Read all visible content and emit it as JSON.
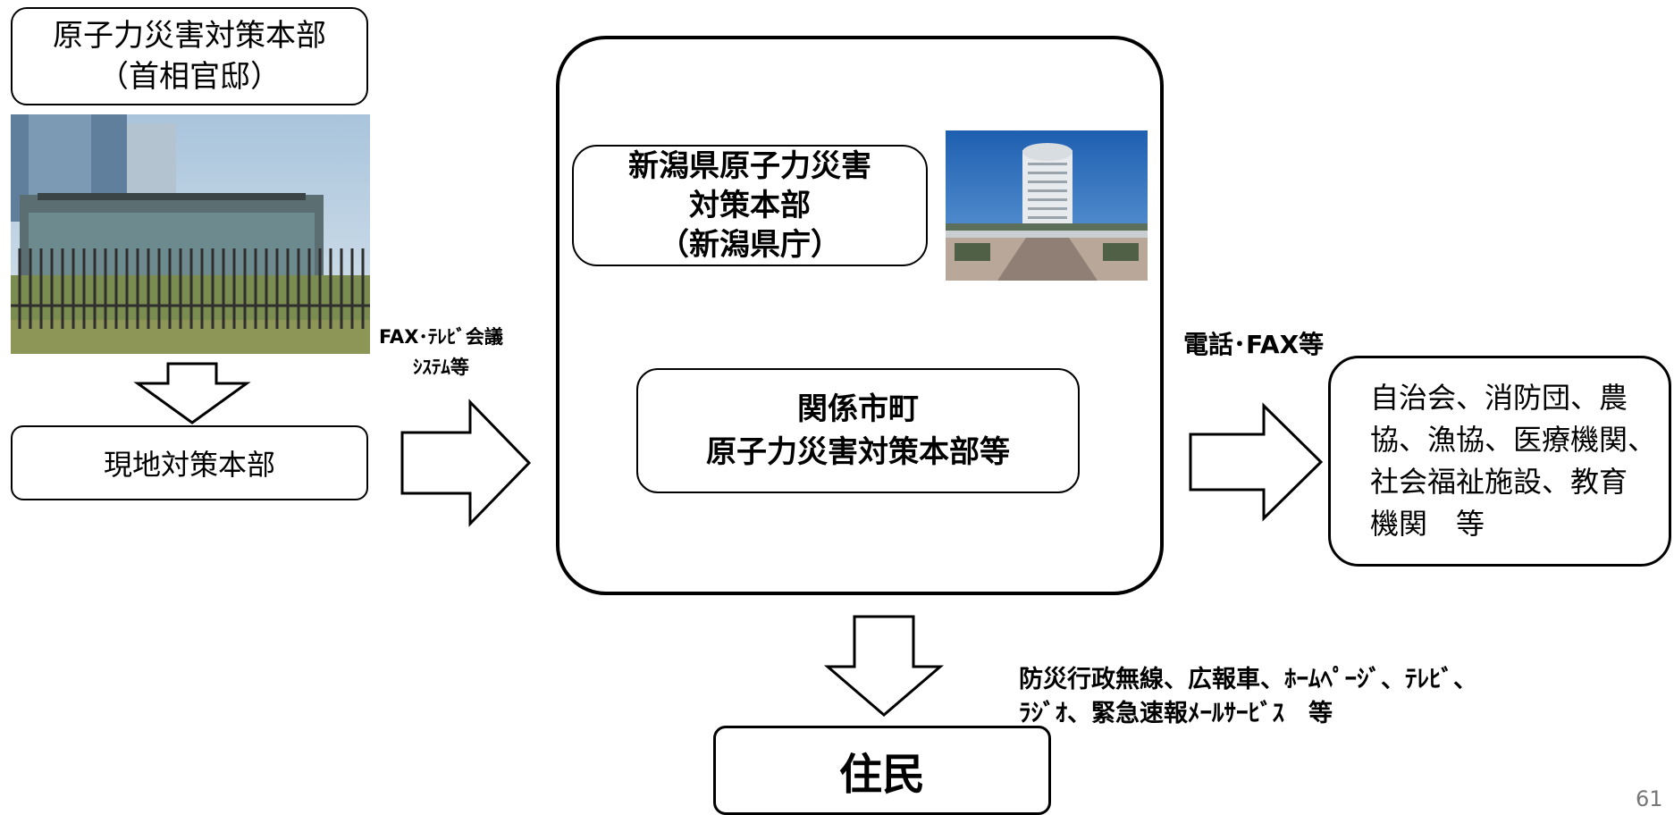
{
  "nodes": {
    "hq": {
      "lines": [
        "原子力災害対策本部",
        "（首相官邸）"
      ]
    },
    "local_hq": {
      "label": "現地対策本部"
    },
    "pref_hq": {
      "lines": [
        "新潟県原子力災害",
        "対策本部",
        "（新潟県庁）"
      ]
    },
    "municipal_hq": {
      "lines": [
        "関係市町",
        "原子力災害対策本部等"
      ]
    },
    "organizations": {
      "lines": [
        "自治会、消防団、農",
        "協、漁協、医療機関、",
        "社会福祉施設、教育",
        "機関　等"
      ]
    },
    "residents": {
      "label": "住民"
    }
  },
  "edge_labels": {
    "fax_tv": [
      "FAX･ﾃﾚﾋﾞ会議",
      "ｼｽﾃﾑ等"
    ],
    "phone_fax": "電話･FAX等",
    "broadcast": [
      "防災行政無線、広報車、ﾎｰﾑﾍﾟｰｼﾞ、ﾃﾚﾋﾞ、",
      "ﾗｼﾞｵ、緊急速報ﾒｰﾙｻｰﾋﾞｽ　等"
    ]
  },
  "page_number": "61",
  "colors": {
    "border": "#000000",
    "arrow_fill": "#ffffff",
    "page_number": "#777777"
  }
}
